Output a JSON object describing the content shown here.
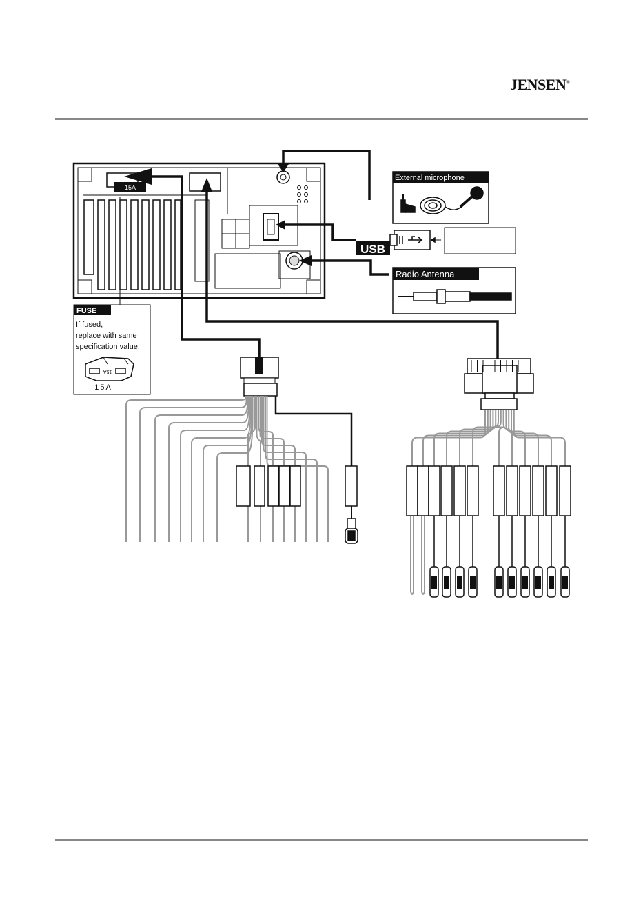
{
  "header": {
    "brand": "JENSEN",
    "brand_mark": "®"
  },
  "labels": {
    "external_microphone": "External microphone",
    "usb": "USB",
    "radio_antenna": "Radio Antenna",
    "fuse_title": "FUSE",
    "fuse_line1": "If fused,",
    "fuse_line2": "replace with same",
    "fuse_line3": "specification value.",
    "fuse_rating": "15A",
    "fuse_blade_text": "15A",
    "unit_fuse_label": "15A"
  },
  "colors": {
    "ink": "#111111",
    "rule": "#888888",
    "wire": "#bbbbbb"
  }
}
